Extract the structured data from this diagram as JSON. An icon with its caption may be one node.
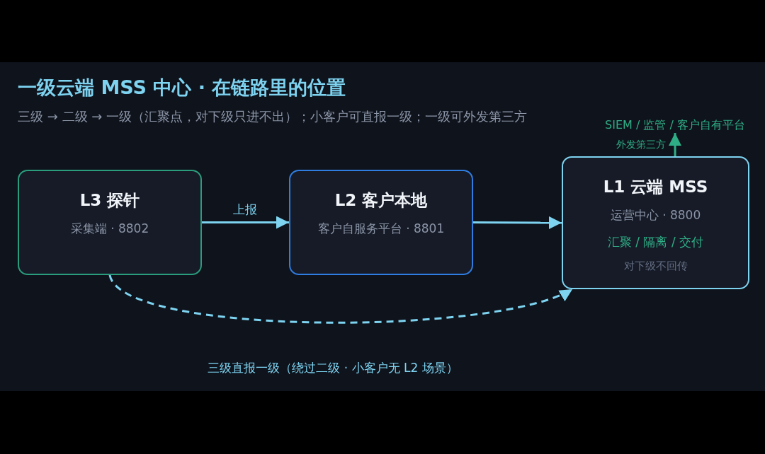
{
  "diagram": {
    "title": "一级云端 MSS 中心 · 在链路里的位置",
    "nodes": [
      {
        "text": [
          "L3 探针",
          "采集端 · 8802"
        ]
      },
      {
        "text": [
          "L2 客户本地",
          "客户自服务平台 · 8801"
        ]
      },
      {
        "text": [
          "L1 云端 MSS",
          "运营中心 · 8800",
          "汇聚 / 隔离 / 交付",
          "对下级不回传"
        ]
      },
      {
        "text": [
          "SIEM / 监管 / 客户自有平台"
        ]
      }
    ],
    "edges": [
      {
        "from": 0,
        "to": 1,
        "arrow": "to",
        "label": "上报"
      },
      {
        "from": 1,
        "to": 2,
        "arrow": "to"
      },
      {
        "from": 0,
        "to": 2,
        "arrow": "to",
        "style": "dashed",
        "label": "三级直报一级（绕过二级 · 小客户无 L2 场景）"
      },
      {
        "from": 2,
        "to": 3,
        "arrow": "to",
        "label": "外发第三方",
        "color": "#2fae86"
      }
    ],
    "labels": [
      "三级 → 二级 → 一级（汇聚点，对下级只进不出）；小客户可直报一级；一级可外发第三方"
    ]
  }
}
